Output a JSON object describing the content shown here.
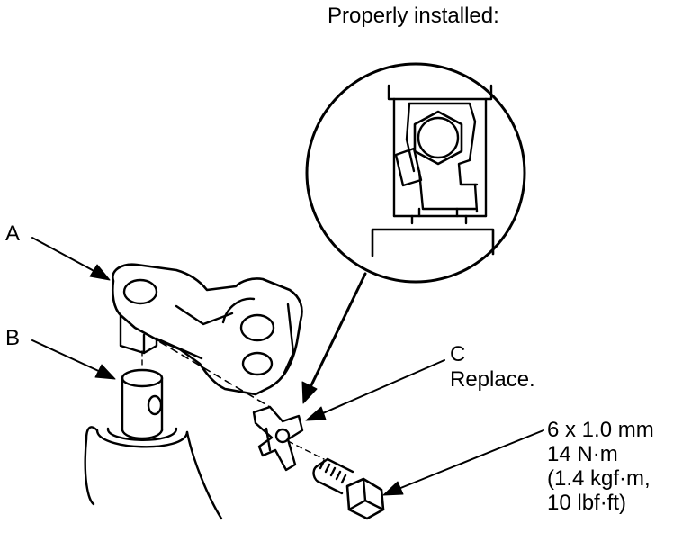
{
  "title": "Properly installed:",
  "callouts": {
    "A": "A",
    "B": "B",
    "C": "C",
    "C_note": "Replace."
  },
  "spec": {
    "line1": "6 x 1.0 mm",
    "line2": "14 N·m",
    "line3": "(1.4 kgf·m,",
    "line4": "10 lbf·ft)"
  }
}
